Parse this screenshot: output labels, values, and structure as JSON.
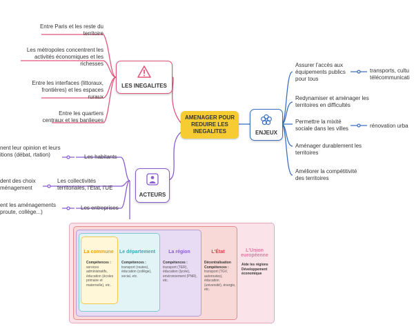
{
  "center": "AMENAGER POUR REDUIRE LES INEGALITES",
  "inegalites": {
    "label": "LES INEGALITES",
    "items": [
      "Entre Paris et les reste du territoire",
      "Les métropoles concentrent les activités économiques et les richesses",
      "Entre les interfaces (littoraux, frontières) et les espaces ruraux",
      "Entre les quartiers centraux et les banlieues"
    ]
  },
  "enjeux": {
    "label": "ENJEUX",
    "items": [
      "Assurer l'accès aux équipements publics pour tous",
      "Redynamiser et aménager les territoires en difficultés",
      "Permettre la mixité sociale dans les villes",
      "Aménager durablement les territoires",
      "Améliorer la compétitivité des territoires"
    ],
    "sub": [
      "transports, cultu télécommunicati",
      "rénovation urba"
    ]
  },
  "acteurs": {
    "label": "ACTEURS",
    "items": [
      "Les habitants",
      "Les collectivités territoriales, l'Etat, l'UE",
      "Les entreprises"
    ],
    "sub": [
      "nent leur opinion et leurs itions (débat, rtation)",
      "dent des choix ménagement",
      "ent les aménagements proute, collège...)"
    ]
  },
  "levels": {
    "commune": {
      "title": "La commune",
      "body_label": "Compétences :",
      "body": "services administratifs, éducation (écoles primaire et maternelle), etc."
    },
    "departement": {
      "title": "Le département",
      "body_label": "Compétences :",
      "body": "transport (routes), éducation (collège), social, etc."
    },
    "region": {
      "title": "La région",
      "body_label": "Compétences :",
      "body": "transport (TER), éducation (lycée), environnement (PNR), etc."
    },
    "etat": {
      "title": "L'État",
      "body_label1": "Décentralisation",
      "body_label2": "Compétences :",
      "body": "transport (TGV, autoroutes), éducation (université), énergie, etc."
    },
    "ue": {
      "title": "L'Union européenne",
      "body": "Aide les régions Développement économique"
    }
  },
  "colors": {
    "pink": "#e2557a",
    "blue": "#3a6fc4",
    "purple": "#8a5bd0",
    "yellow": "#f7cc33"
  }
}
